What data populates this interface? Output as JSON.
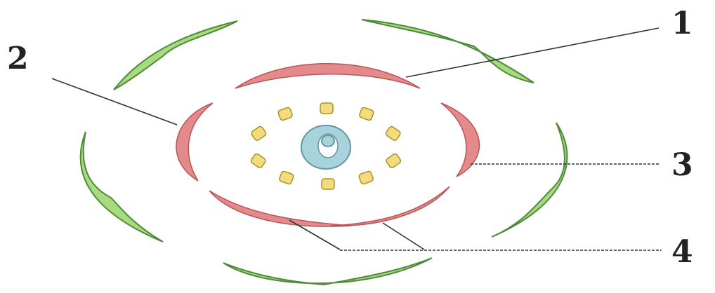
{
  "labels": {
    "label_1": "1",
    "label_2": "2",
    "label_3": "3",
    "label_4": "4"
  },
  "colors": {
    "sepal": "#a7dc7e",
    "sepal_outline": "#4e8a3a",
    "petal": "#e48a8a",
    "petal_outline": "#b9555a",
    "stamen": "#f3dc7c",
    "stamen_outline": "#a8902c",
    "pistil": "#a9d3dc",
    "pistil_outline": "#5f97a3",
    "pistil_center": "#ffffff",
    "leader": "#333333",
    "text": "#222222"
  }
}
